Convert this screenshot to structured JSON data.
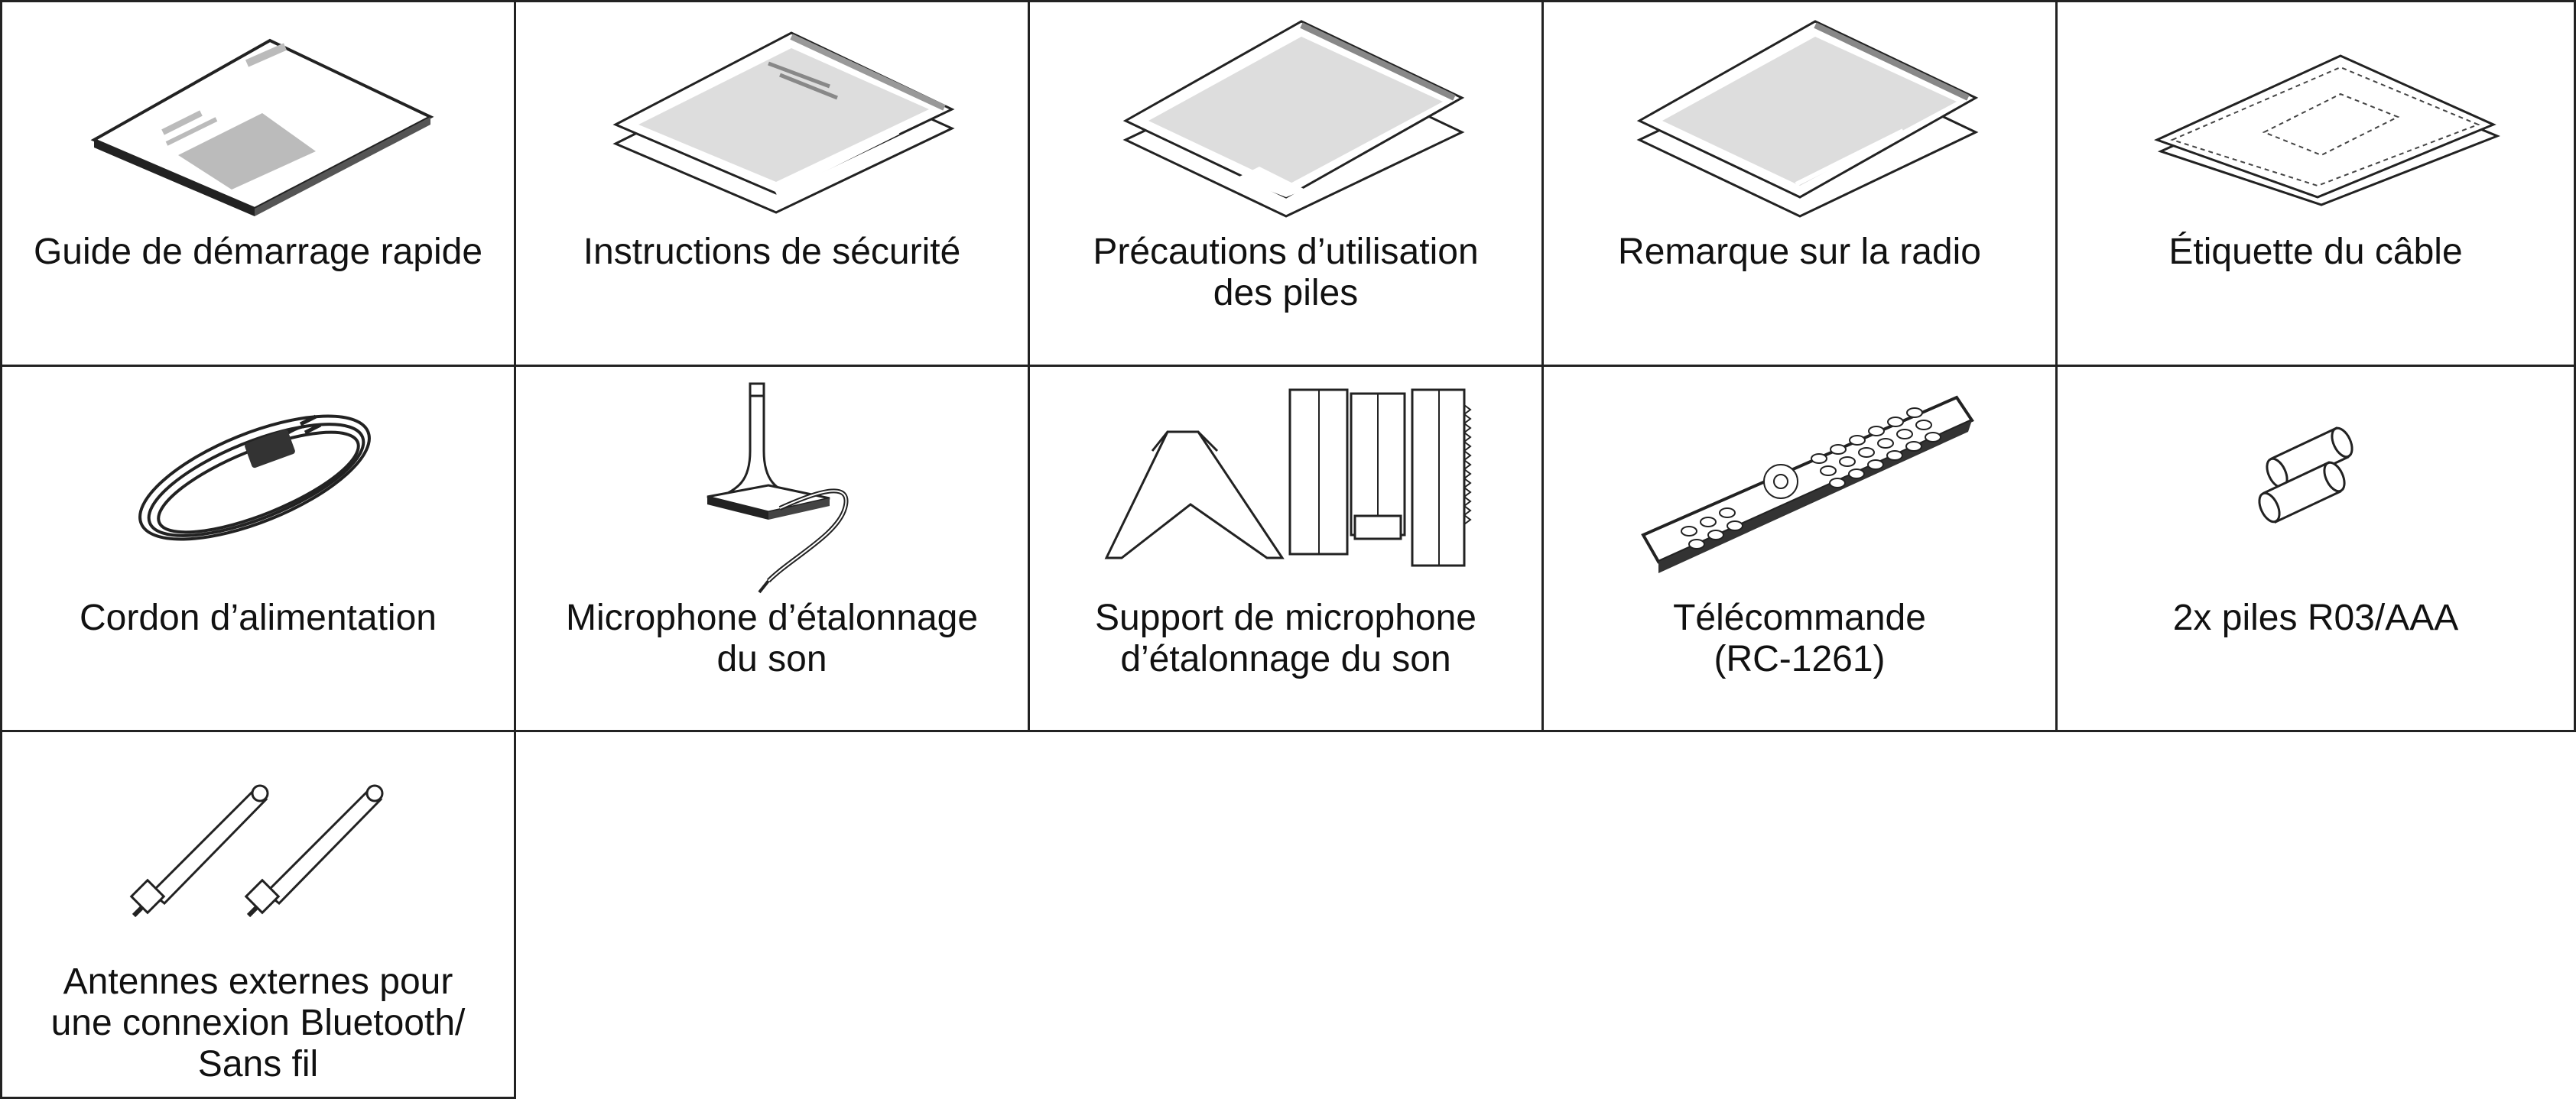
{
  "items": [
    {
      "label": "Guide de démarrage rapide",
      "icon": "quick-start-guide-icon"
    },
    {
      "label": "Instructions de sécurité",
      "icon": "safety-instructions-icon"
    },
    {
      "label": "Précautions d’utilisation\ndes piles",
      "icon": "battery-precautions-sheet-icon"
    },
    {
      "label": "Remarque sur la radio",
      "icon": "radio-notice-sheet-icon"
    },
    {
      "label": "Étiquette du câble",
      "icon": "cable-label-sheet-icon"
    },
    {
      "label": "Cordon d’alimentation",
      "icon": "power-cord-icon"
    },
    {
      "label": "Microphone d’étalonnage\ndu son",
      "icon": "calibration-microphone-icon"
    },
    {
      "label": "Support de microphone\nd’étalonnage du son",
      "icon": "microphone-stand-icon"
    },
    {
      "label": "Télécommande\n(RC-1261)",
      "icon": "remote-control-icon"
    },
    {
      "label": "2x piles R03/AAA",
      "icon": "aaa-batteries-icon"
    },
    {
      "label": "Antennes externes pour\nune connexion Bluetooth/\nSans fil",
      "icon": "external-antennas-icon"
    }
  ]
}
